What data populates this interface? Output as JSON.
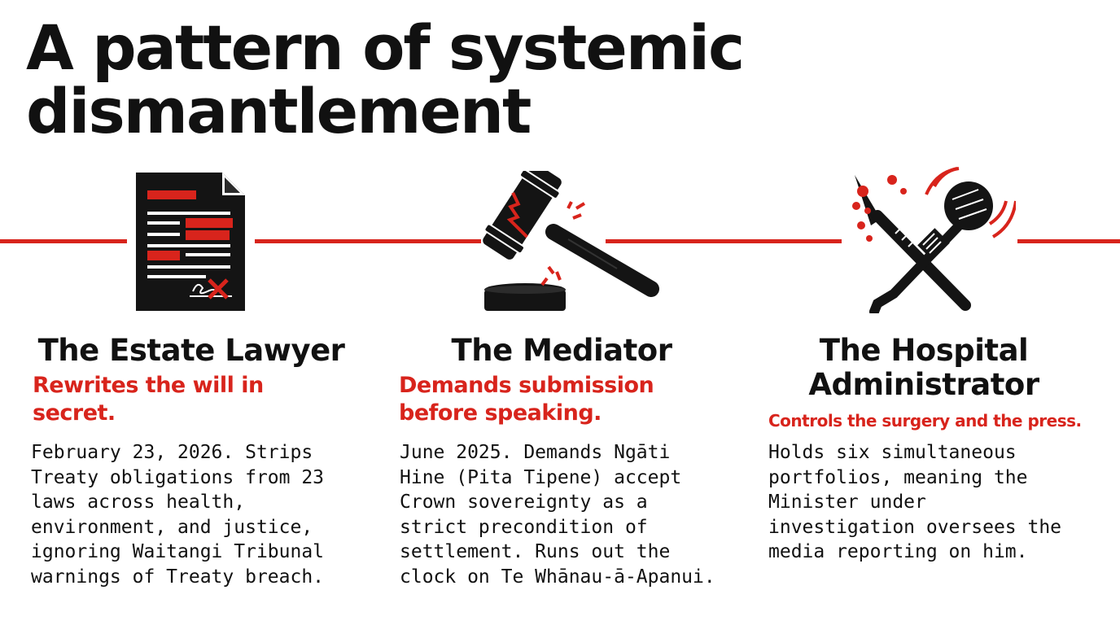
{
  "title": "A pattern of systemic dismantlement",
  "accent_color": "#d8241c",
  "cards": [
    {
      "icon": "redacted-document-icon",
      "title": "The Estate Lawyer",
      "subtitle": "Rewrites the will in\nsecret.",
      "body": "February 23, 2026. Strips\nTreaty obligations from 23\nlaws across health,\nenvironment, and justice,\nignoring Waitangi Tribunal\nwarnings of Treaty breach."
    },
    {
      "icon": "cracked-gavel-icon",
      "title": "The Mediator",
      "subtitle": "Demands submission\nbefore speaking.",
      "body": "June 2025. Demands Ngāti\nHine (Pita Tipene) accept\nCrown sovereignty as a\nstrict precondition of\nsettlement. Runs out the\nclock on Te Whānau-ā-Apanui."
    },
    {
      "icon": "scalpel-microphone-icon",
      "title": "The Hospital\nAdministrator",
      "subtitle": "Controls the surgery and the press.",
      "body": "Holds six simultaneous\nportfolios, meaning the\nMinister under\ninvestigation oversees the\nmedia reporting on him."
    }
  ]
}
